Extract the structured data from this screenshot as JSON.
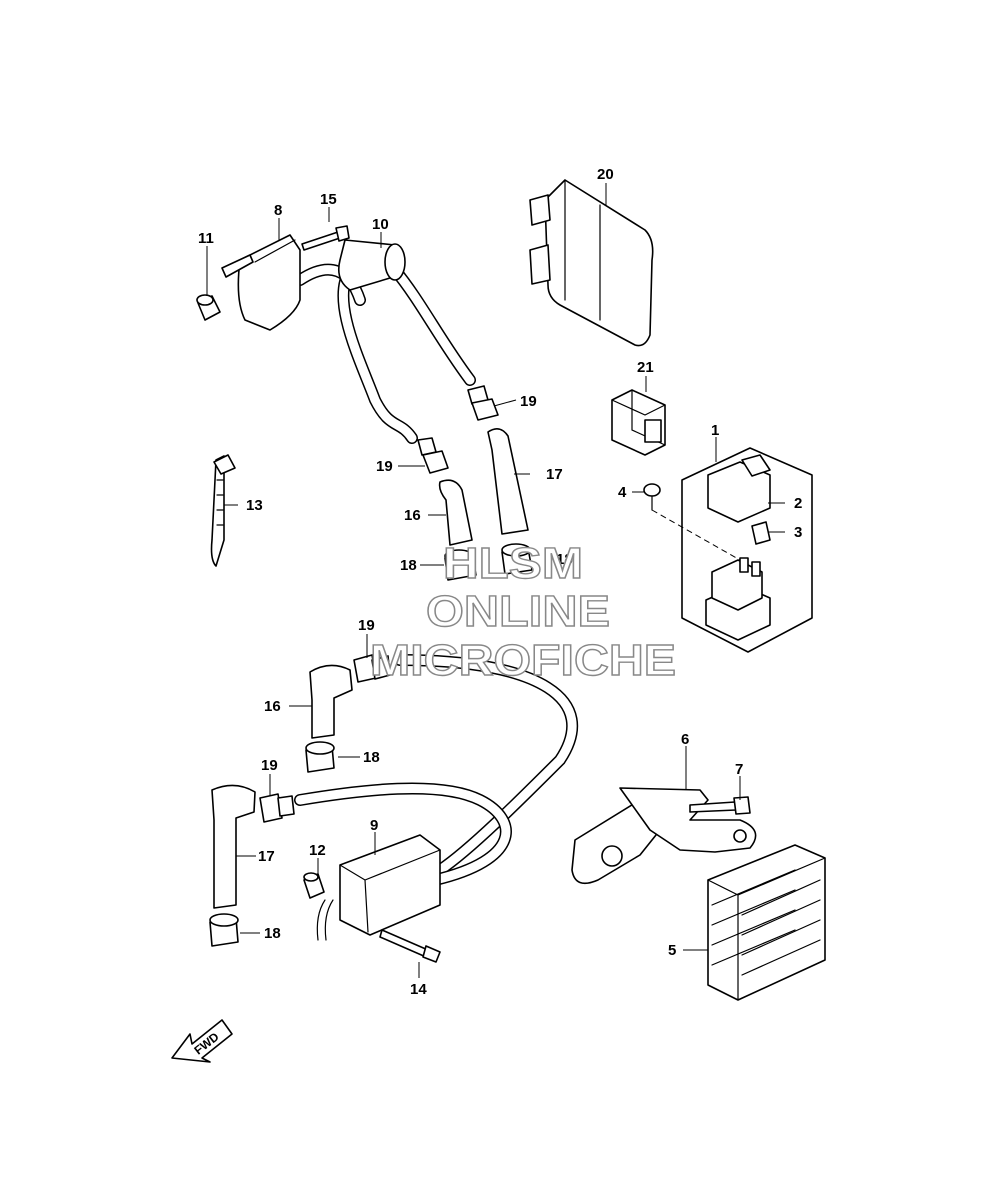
{
  "callouts": [
    {
      "id": "1",
      "label": "1"
    },
    {
      "id": "2",
      "label": "2"
    },
    {
      "id": "3",
      "label": "3"
    },
    {
      "id": "4",
      "label": "4"
    },
    {
      "id": "5",
      "label": "5"
    },
    {
      "id": "6",
      "label": "6"
    },
    {
      "id": "7",
      "label": "7"
    },
    {
      "id": "8",
      "label": "8"
    },
    {
      "id": "9",
      "label": "9"
    },
    {
      "id": "10",
      "label": "10"
    },
    {
      "id": "11",
      "label": "11"
    },
    {
      "id": "12",
      "label": "12"
    },
    {
      "id": "13",
      "label": "13"
    },
    {
      "id": "14",
      "label": "14"
    },
    {
      "id": "15",
      "label": "15"
    },
    {
      "id": "16a",
      "label": "16"
    },
    {
      "id": "16b",
      "label": "16"
    },
    {
      "id": "17a",
      "label": "17"
    },
    {
      "id": "17b",
      "label": "17"
    },
    {
      "id": "18a",
      "label": "18"
    },
    {
      "id": "18b",
      "label": "18"
    },
    {
      "id": "18c",
      "label": "18"
    },
    {
      "id": "18d",
      "label": "18"
    },
    {
      "id": "19a",
      "label": "19"
    },
    {
      "id": "19b",
      "label": "19"
    },
    {
      "id": "19c",
      "label": "19"
    },
    {
      "id": "19d",
      "label": "19"
    },
    {
      "id": "20",
      "label": "20"
    },
    {
      "id": "21",
      "label": "21"
    }
  ],
  "watermark": {
    "line1": "HLSM",
    "line2": "ONLINE",
    "line3": "MICROFICHE"
  },
  "fwd_arrow": {
    "label": "FWD"
  }
}
